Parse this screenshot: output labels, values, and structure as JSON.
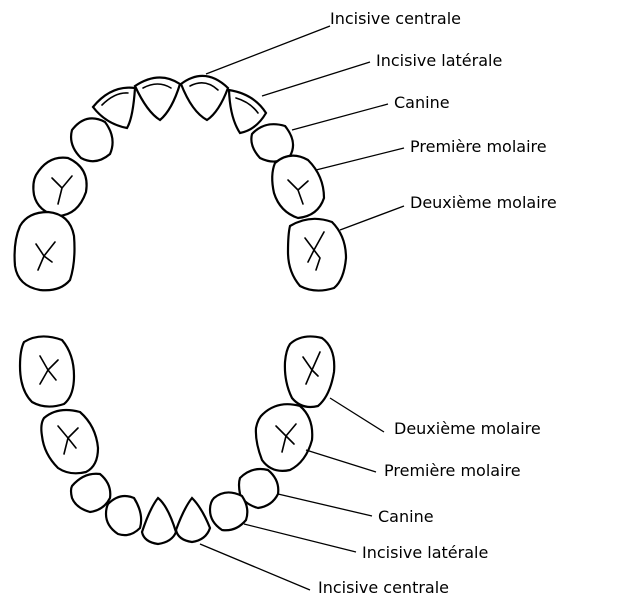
{
  "upper_arch": {
    "labels": {
      "central_incisor": "Incisive centrale",
      "lateral_incisor": "Incisive latérale",
      "canine": "Canine",
      "first_molar": "Première molaire",
      "second_molar": "Deuxième molaire"
    }
  },
  "lower_arch": {
    "labels": {
      "second_molar": "Deuxième molaire",
      "first_molar": "Première molaire",
      "canine": "Canine",
      "lateral_incisor": "Incisive latérale",
      "central_incisor": "Incisive centrale"
    }
  }
}
